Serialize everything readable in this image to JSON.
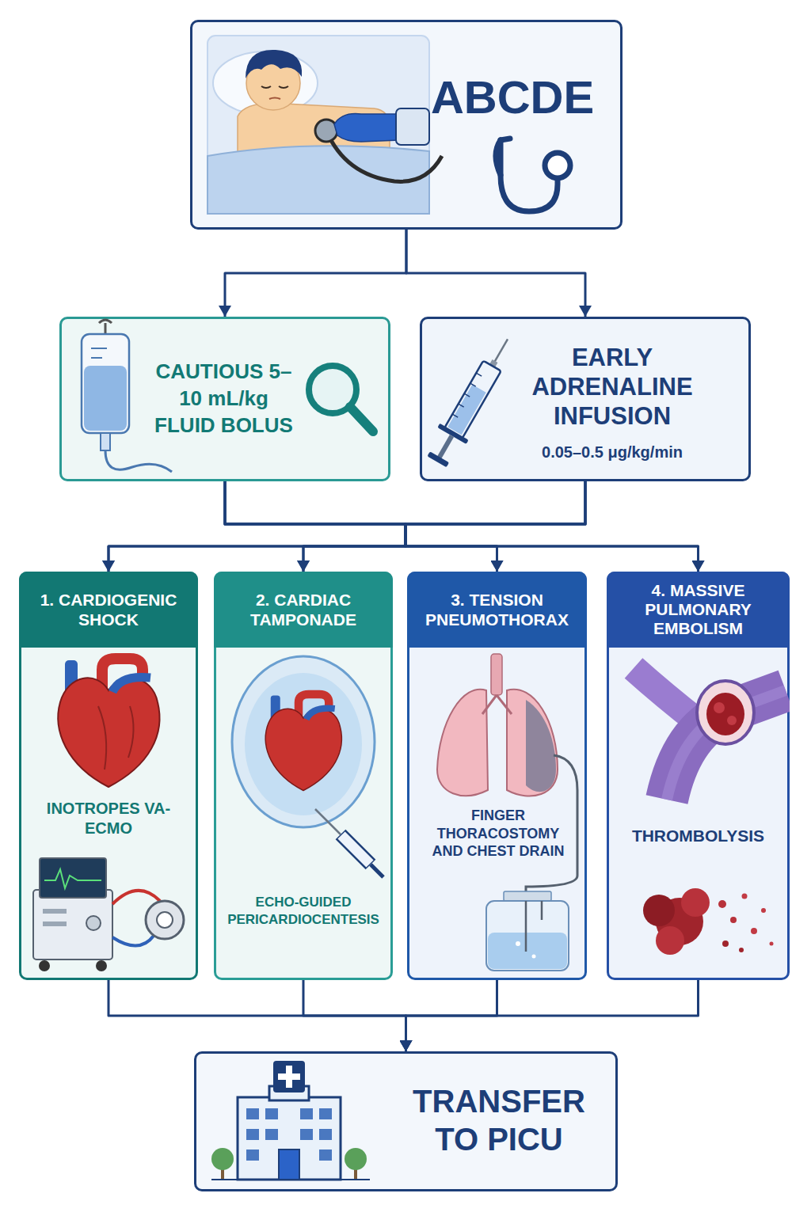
{
  "diagram": {
    "nodes": [
      {
        "text": [
          "ABCDE"
        ]
      },
      {
        "text": [
          "CAUTIOUS 5–10 mL/kg FLUID BOLUS"
        ]
      },
      {
        "text": [
          "EARLY ADRENALINE INFUSION",
          "0.05–0.5 μg/kg/min"
        ]
      },
      {
        "text": [
          "1. CARDIOGENIC SHOCK",
          "INOTROPES VA-ECMO"
        ]
      },
      {
        "text": [
          "2. CARDIAC TAMPONADE",
          "ECHO-GUIDED PERICARDIOCENTESIS"
        ]
      },
      {
        "text": [
          "3. TENSION PNEUMOTHORAX",
          "FINGER THORACOSTOMY AND CHEST DRAIN"
        ]
      },
      {
        "text": [
          "4. MASSIVE PULMONARY EMBOLISM",
          "THROMBOLYSIS"
        ]
      },
      {
        "text": [
          "TRANSFER TO PICU"
        ]
      }
    ],
    "edges": [
      {
        "from": 0,
        "to": 1,
        "arrow": "to"
      },
      {
        "from": 0,
        "to": 2,
        "arrow": "to"
      },
      {
        "from": 1,
        "to": 3,
        "arrow": "to"
      },
      {
        "from": 1,
        "to": 4,
        "arrow": "to"
      },
      {
        "from": 1,
        "to": 5,
        "arrow": "to"
      },
      {
        "from": 1,
        "to": 6,
        "arrow": "to"
      },
      {
        "from": 2,
        "to": 3,
        "arrow": "to"
      },
      {
        "from": 2,
        "to": 4,
        "arrow": "to"
      },
      {
        "from": 2,
        "to": 5,
        "arrow": "to"
      },
      {
        "from": 2,
        "to": 6,
        "arrow": "to"
      },
      {
        "from": 3,
        "to": 7,
        "arrow": "to"
      },
      {
        "from": 4,
        "to": 7,
        "arrow": "to"
      },
      {
        "from": 5,
        "to": 7,
        "arrow": "to"
      },
      {
        "from": 6,
        "to": 7,
        "arrow": "to"
      }
    ]
  }
}
